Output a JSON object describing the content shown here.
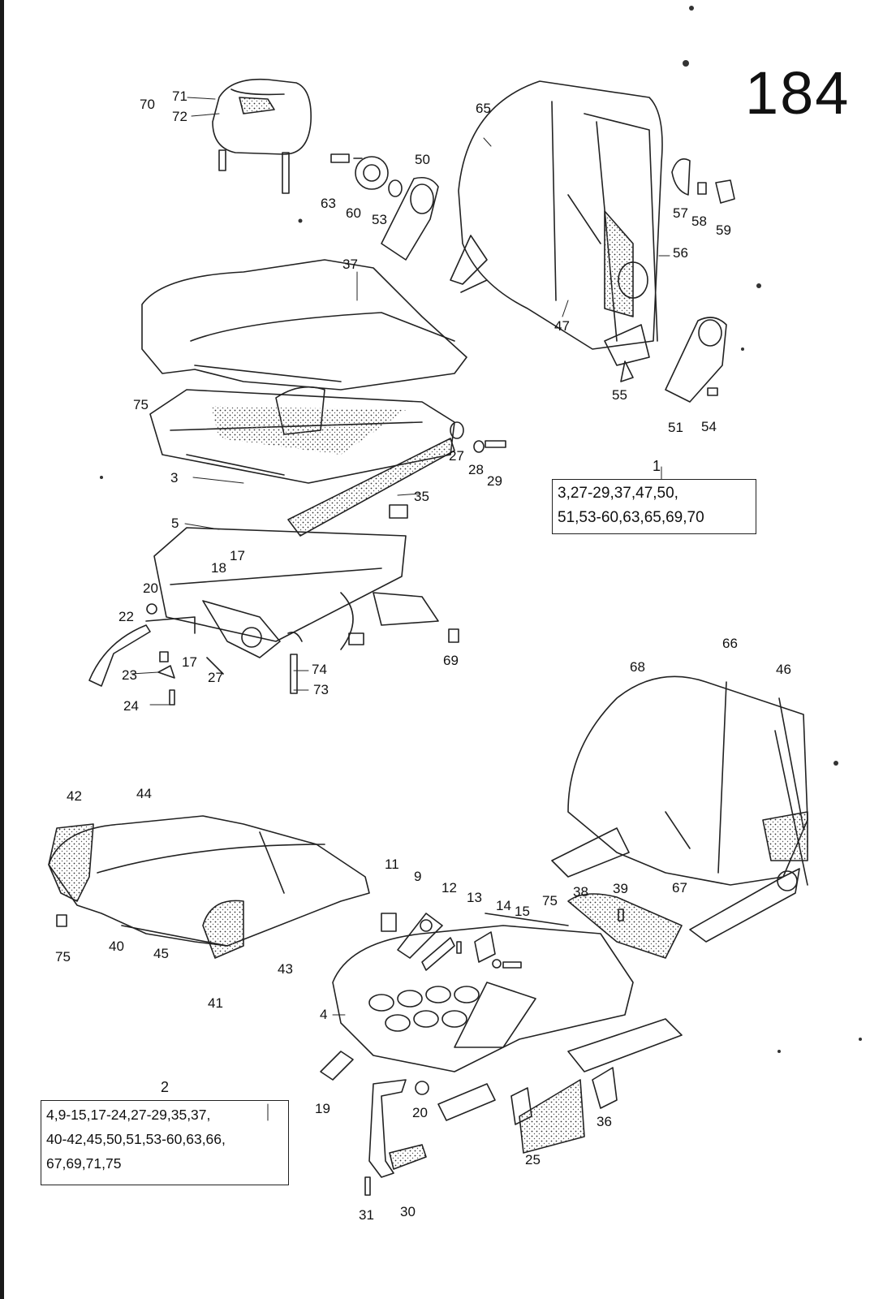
{
  "page_number": "184",
  "callouts": [
    {
      "id": "c70",
      "text": "70"
    },
    {
      "id": "c71",
      "text": "71"
    },
    {
      "id": "c72",
      "text": "72"
    },
    {
      "id": "c65",
      "text": "65"
    },
    {
      "id": "c50",
      "text": "50"
    },
    {
      "id": "c63",
      "text": "63"
    },
    {
      "id": "c60",
      "text": "60"
    },
    {
      "id": "c53",
      "text": "53"
    },
    {
      "id": "c57",
      "text": "57"
    },
    {
      "id": "c58",
      "text": "58"
    },
    {
      "id": "c59",
      "text": "59"
    },
    {
      "id": "c56",
      "text": "56"
    },
    {
      "id": "c37",
      "text": "37"
    },
    {
      "id": "c47",
      "text": "47"
    },
    {
      "id": "c55",
      "text": "55"
    },
    {
      "id": "c51",
      "text": "51"
    },
    {
      "id": "c54",
      "text": "54"
    },
    {
      "id": "c75a",
      "text": "75"
    },
    {
      "id": "c3",
      "text": "3"
    },
    {
      "id": "c27a",
      "text": "27"
    },
    {
      "id": "c28",
      "text": "28"
    },
    {
      "id": "c29",
      "text": "29"
    },
    {
      "id": "c35",
      "text": "35"
    },
    {
      "id": "c5",
      "text": "5"
    },
    {
      "id": "c17a",
      "text": "17"
    },
    {
      "id": "c18",
      "text": "18"
    },
    {
      "id": "c20a",
      "text": "20"
    },
    {
      "id": "c22",
      "text": "22"
    },
    {
      "id": "c23",
      "text": "23"
    },
    {
      "id": "c17b",
      "text": "17"
    },
    {
      "id": "c27b",
      "text": "27"
    },
    {
      "id": "c24",
      "text": "24"
    },
    {
      "id": "c74",
      "text": "74"
    },
    {
      "id": "c73",
      "text": "73"
    },
    {
      "id": "c69",
      "text": "69"
    },
    {
      "id": "c66",
      "text": "66"
    },
    {
      "id": "c68",
      "text": "68"
    },
    {
      "id": "c46",
      "text": "46"
    },
    {
      "id": "c67",
      "text": "67"
    },
    {
      "id": "c42",
      "text": "42"
    },
    {
      "id": "c44",
      "text": "44"
    },
    {
      "id": "c40",
      "text": "40"
    },
    {
      "id": "c45",
      "text": "45"
    },
    {
      "id": "c41",
      "text": "41"
    },
    {
      "id": "c43",
      "text": "43"
    },
    {
      "id": "c75b",
      "text": "75"
    },
    {
      "id": "c11",
      "text": "11"
    },
    {
      "id": "c9",
      "text": "9"
    },
    {
      "id": "c12",
      "text": "12"
    },
    {
      "id": "c13",
      "text": "13"
    },
    {
      "id": "c14",
      "text": "14"
    },
    {
      "id": "c15",
      "text": "15"
    },
    {
      "id": "c75c",
      "text": "75"
    },
    {
      "id": "c38",
      "text": "38"
    },
    {
      "id": "c39",
      "text": "39"
    },
    {
      "id": "c4",
      "text": "4"
    },
    {
      "id": "c19",
      "text": "19"
    },
    {
      "id": "c20b",
      "text": "20"
    },
    {
      "id": "c25",
      "text": "25"
    },
    {
      "id": "c36",
      "text": "36"
    },
    {
      "id": "c31",
      "text": "31"
    },
    {
      "id": "c30",
      "text": "30"
    }
  ],
  "kits": {
    "kit1": {
      "number": "1",
      "lines": [
        "3,27-29,37,47,50,",
        "51,53-60,63,65,69,70"
      ]
    },
    "kit2": {
      "number": "2",
      "lines": [
        "4,9-15,17-24,27-29,35,37,",
        "40-42,45,50,51,53-60,63,66,",
        "67,69,71,75"
      ]
    }
  }
}
